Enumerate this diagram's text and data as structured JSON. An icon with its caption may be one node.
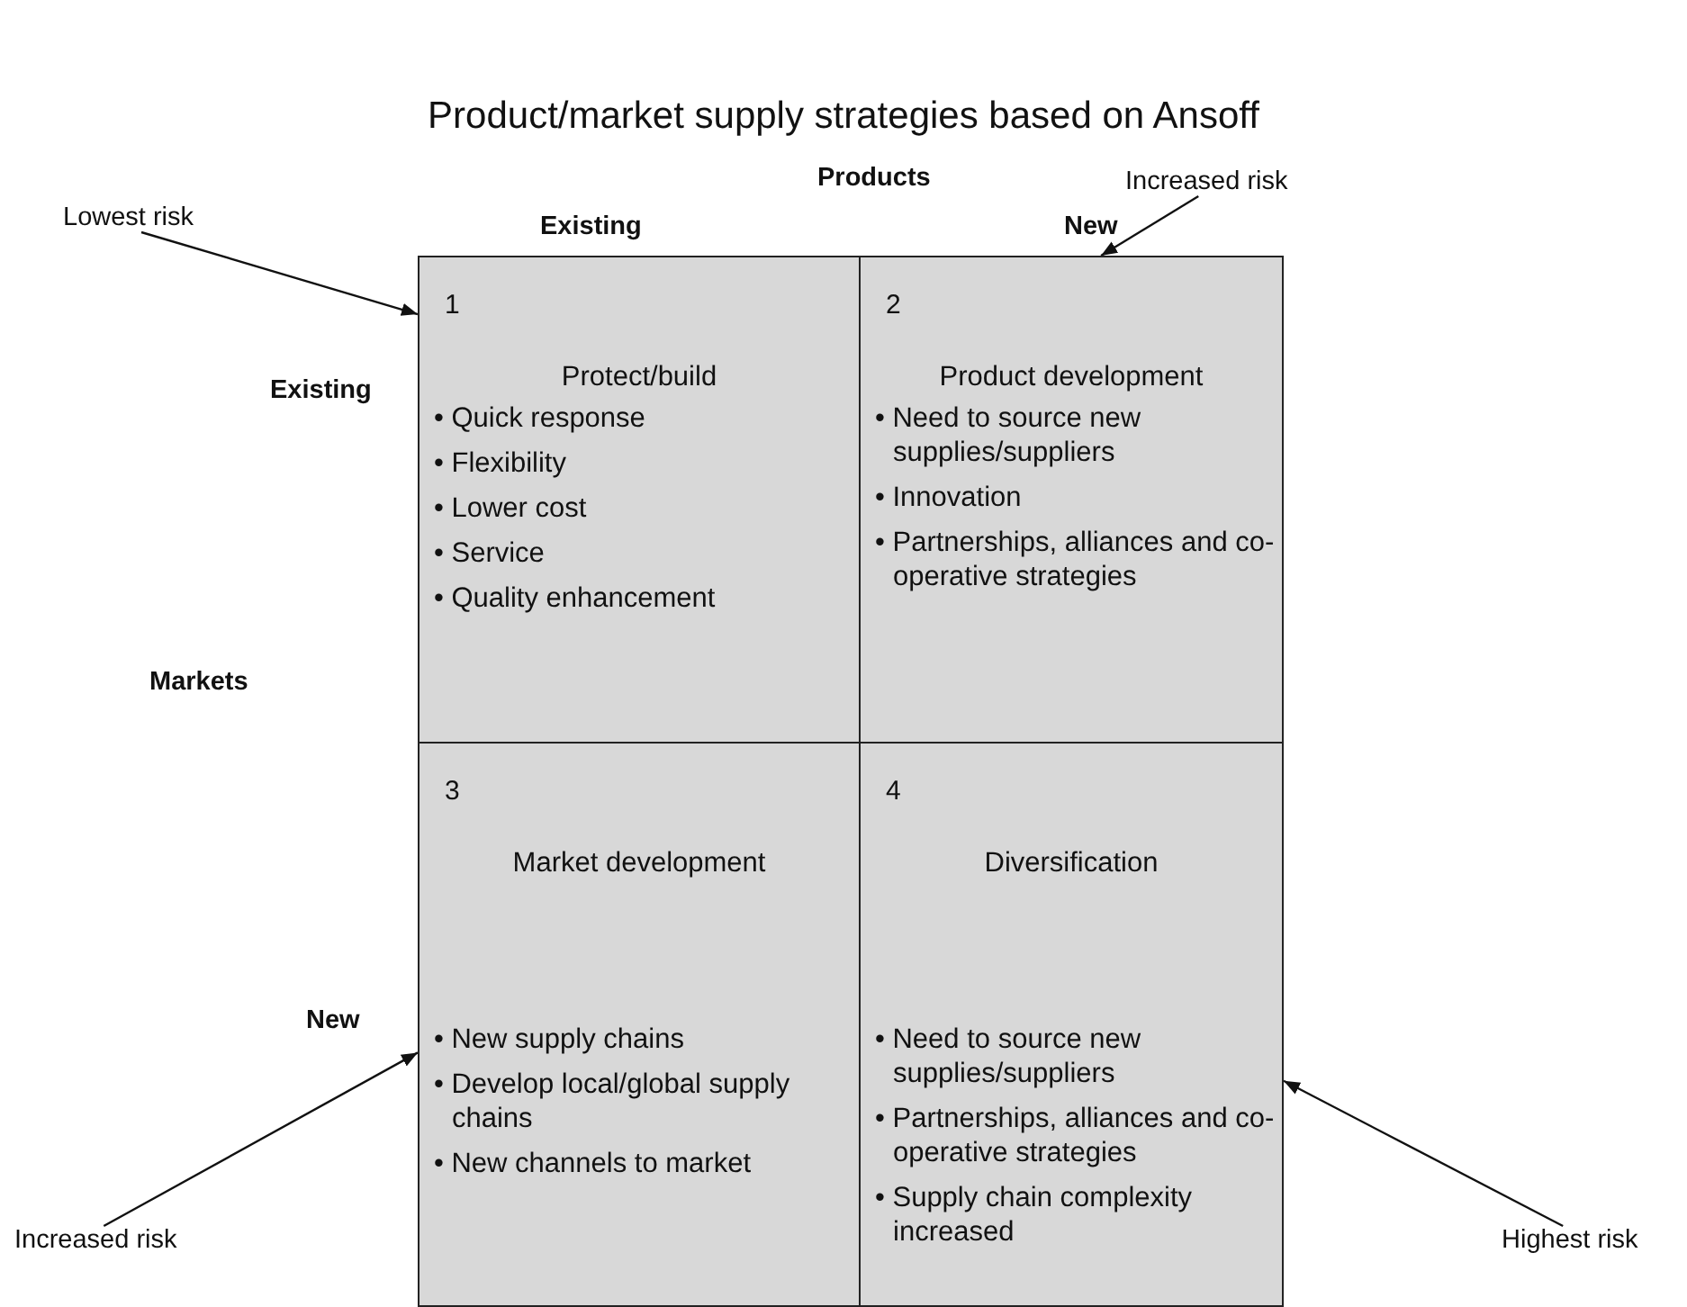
{
  "diagram": {
    "title": "Product/market supply strategies based on Ansoff",
    "nodes": [
      {
        "text": [
          "Lowest risk"
        ]
      },
      {
        "text": [
          "Increased risk"
        ]
      },
      {
        "text": [
          "1",
          "Protect/build",
          "• Quick response",
          "• Flexibility",
          "• Lower cost",
          "• Service",
          "• Quality enhancement"
        ]
      },
      {
        "text": [
          "2",
          "Product development",
          "• Need to source new supplies/suppliers",
          "• Innovation",
          "• Partnerships, alliances and co-operative strategies"
        ]
      },
      {
        "text": [
          "3",
          "Market development",
          "• New supply chains",
          "• Develop local/global supply chains",
          "• New channels to market"
        ]
      },
      {
        "text": [
          "4",
          "Diversification",
          "• Need to source new supplies/suppliers",
          "• Partnerships, alliances and co-operative strategies",
          "• Supply chain complexity increased"
        ]
      },
      {
        "text": [
          "Increased risk"
        ]
      },
      {
        "text": [
          "Highest risk"
        ]
      }
    ],
    "edges": [
      {
        "from": 0,
        "to": 2,
        "arrow": "to"
      },
      {
        "from": 1,
        "to": 3,
        "arrow": "to"
      },
      {
        "from": 6,
        "to": 4,
        "arrow": "to"
      },
      {
        "from": 7,
        "to": 5,
        "arrow": "to"
      }
    ],
    "labels": [
      "Products",
      "Existing",
      "New",
      "Existing",
      "Markets",
      "New"
    ]
  }
}
